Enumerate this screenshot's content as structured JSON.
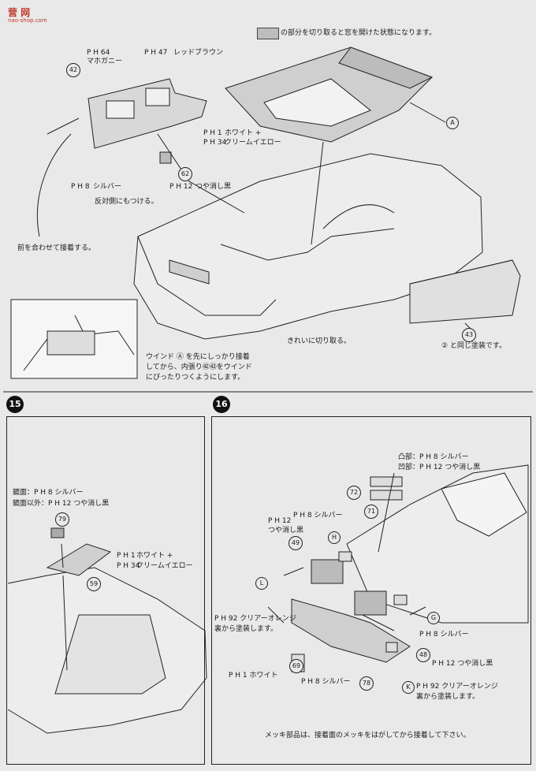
{
  "watermark": {
    "brand": "营 网",
    "url": "nao-shop.com"
  },
  "top_note": "の部分を切り取ると窓を開けた状態になります。",
  "section14": {
    "paint_mahogany_code": "P H 64",
    "paint_mahogany": "マホガニー",
    "paint_red_brown_code": "P H 47",
    "paint_red_brown": "レッドブラウン",
    "part_42": "42",
    "white_code": "P H 1",
    "white": "ホワイト +",
    "cream_code": "P H 34",
    "cream": "クリームイエロー",
    "silver_code": "P H 8",
    "silver": "シルバー",
    "part_62": "62",
    "matte_black_code": "P H 12",
    "matte_black": "つや消し黒",
    "other_side": "反対側にもつける。",
    "align_front": "前を合わせて接着する。",
    "letter_A": "A",
    "cut_clean": "きれいに切り取る。",
    "part_43": "43",
    "same_paint": "② と同じ塗装です。",
    "window_note_line1": "ウインド Ⓐ を先にしっかり接着",
    "window_note_line2": "してから、内張り㊷㊸をウインド",
    "window_note_line3": "にぴったりつくようにします。"
  },
  "section15": {
    "step": "15",
    "mirror_face": "鏡面：P H 8 シルバー",
    "other_than_mirror": "鏡面以外：P H 12 つや消し黒",
    "part_79": "79",
    "part_59": "59",
    "white_code": "P H 1",
    "white": "ホワイト +",
    "cream_code": "P H 34",
    "cream": "クリームイエロー"
  },
  "section16": {
    "step": "16",
    "convex": "凸部：P H 8 シルバー",
    "concave": "凹部：P H 12 つや消し黒",
    "part_72": "72",
    "part_71": "71",
    "silver_label": "P H 8 シルバー",
    "matte_black_label1": "P H 12",
    "matte_black_label2": "つや消し黒",
    "part_49": "49",
    "letter_H": "H",
    "letter_L": "L",
    "clear_orange1": "P H 92 クリアーオレンジ",
    "back_paint1": "裏から塗装します。",
    "letter_G": "G",
    "silver_label2": "P H 8 シルバー",
    "part_48": "48",
    "matte_black_label3": "P H 12 つや消し黒",
    "part_69": "69",
    "white_label": "P H 1 ホワイト",
    "silver_label3": "P H 8 シルバー",
    "part_78": "78",
    "letter_K": "K",
    "clear_orange2": "P H 92 クリアーオレンジ",
    "back_paint2": "裏から塗装します。",
    "chrome_note": "メッキ部品は、接着面のメッキをはがしてから接着して下さい。"
  }
}
